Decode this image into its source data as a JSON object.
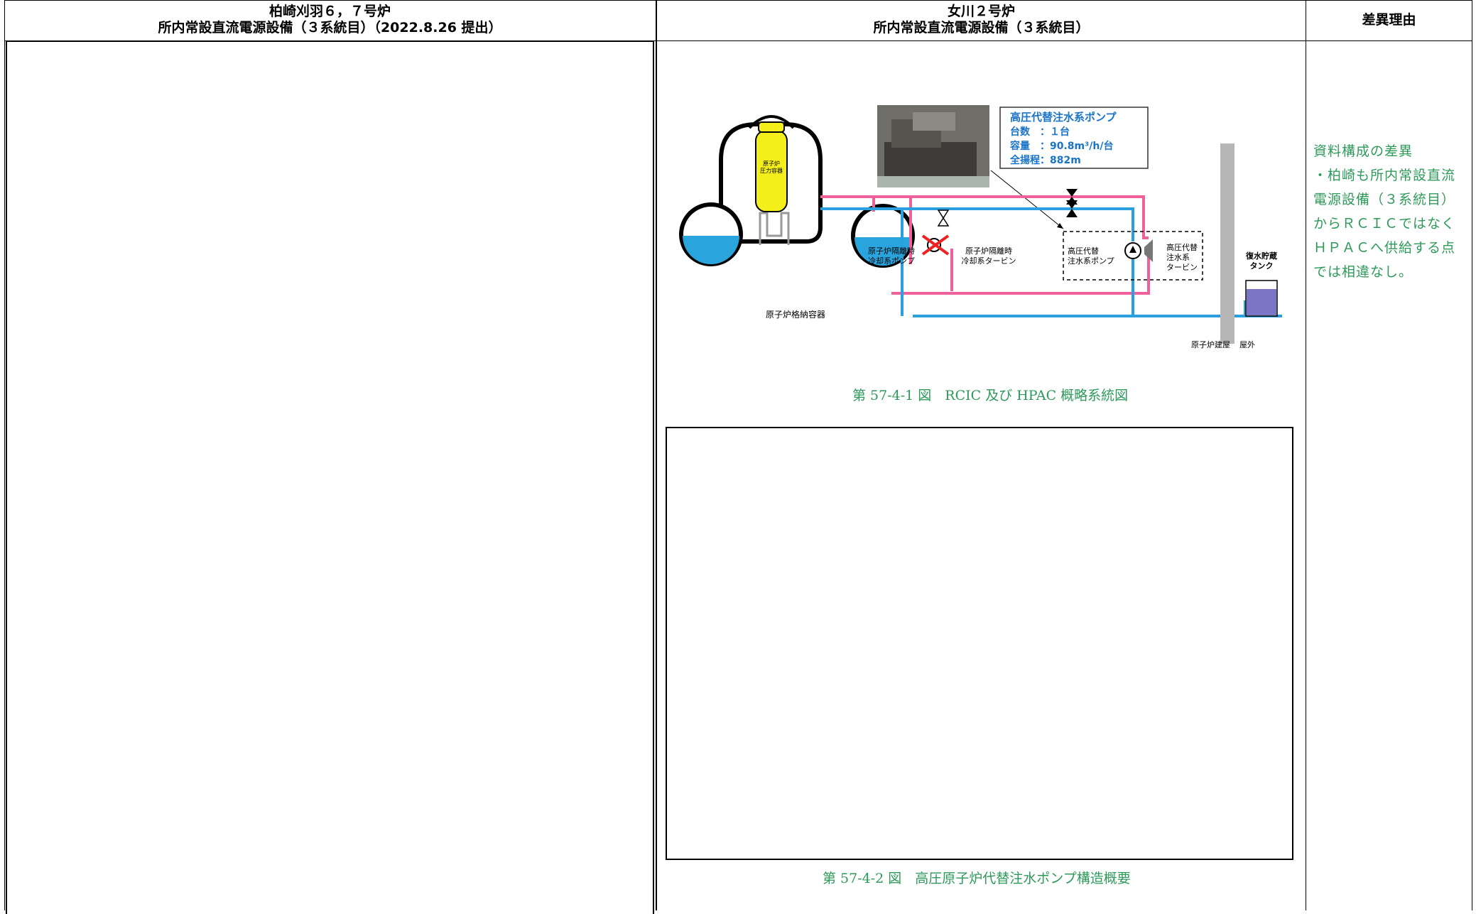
{
  "header": {
    "col1_line1": "柏崎刈羽６，７号炉",
    "col1_line2": "所内常設直流電源設備（３系統目）（2022.8.26 提出）",
    "col2_line1": "女川２号炉",
    "col2_line2": "所内常設直流電源設備（３系統目）",
    "col3": "差異理由"
  },
  "diagram": {
    "spec_title": "高圧代替注水系ポンプ",
    "spec_count": "台数　：１台",
    "spec_capacity": "容量　：90.8m³/h/台",
    "spec_head": "全揚程：882m",
    "rpv": "原子炉",
    "rpv2": "圧力容器",
    "rcic_pump_1": "原子炉隔離時",
    "rcic_pump_2": "冷却系ポンプ",
    "rcic_turbine_1": "原子炉隔離時",
    "rcic_turbine_2": "冷却系タービン",
    "hpac_pump_1": "高圧代替",
    "hpac_pump_2": "注水系ポンプ",
    "hpac_turbine_1": "高圧代替",
    "hpac_turbine_2": "注水系",
    "hpac_turbine_3": "タービン",
    "tank_1": "復水貯蔵",
    "tank_2": "タンク",
    "pcv": "原子炉格納容器",
    "building": "原子炉建屋",
    "outdoor": "屋外",
    "colors": {
      "pink": "#f0609a",
      "blue": "#2aa0de",
      "yellow": "#f4ee1a"
    }
  },
  "captions": {
    "fig1": "第 57-4-1 図　RCIC 及び HPAC 概略系統図",
    "fig2": "第 57-4-2 図　高圧原子炉代替注水ポンプ構造概要"
  },
  "note": {
    "line1": "資料構成の差異",
    "line2": "・柏崎も所内常設直流",
    "line3": "電源設備（３系統目）",
    "line4": "からＲＣＩＣではなく",
    "line5": "ＨＰＡＣへ供給する点",
    "line6": "では相違なし。"
  }
}
